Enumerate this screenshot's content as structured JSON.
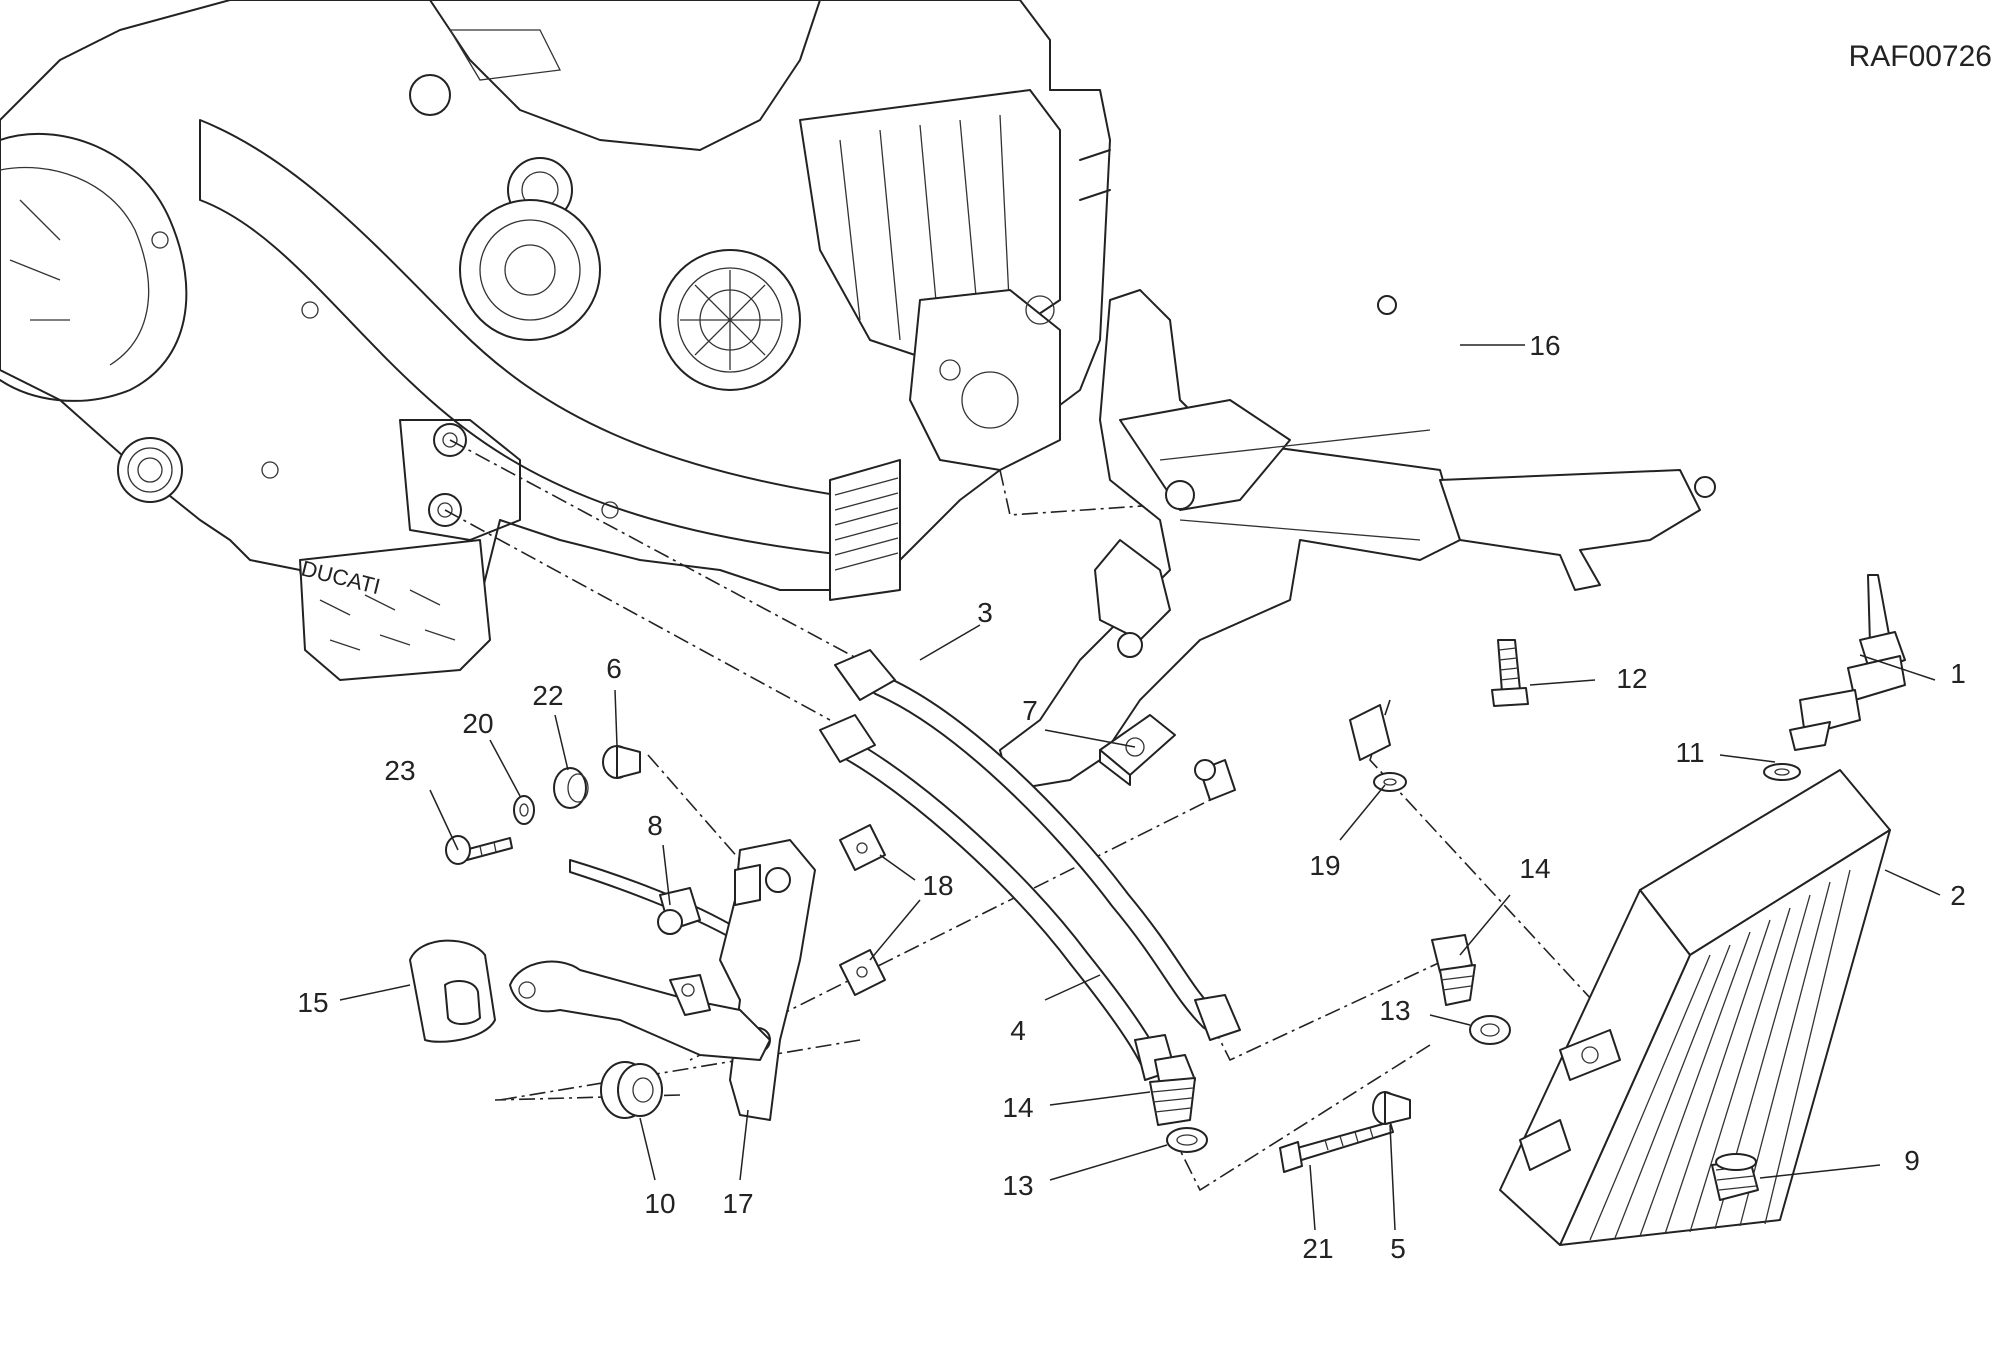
{
  "reference_code": "RAF00726",
  "colors": {
    "line": "#222222",
    "background": "#ffffff"
  },
  "engine_brand_text": "DUCATI",
  "callouts": [
    {
      "id": "c1",
      "label": "1"
    },
    {
      "id": "c2",
      "label": "2"
    },
    {
      "id": "c3",
      "label": "3"
    },
    {
      "id": "c4",
      "label": "4"
    },
    {
      "id": "c5",
      "label": "5"
    },
    {
      "id": "c6",
      "label": "6"
    },
    {
      "id": "c7",
      "label": "7"
    },
    {
      "id": "c8",
      "label": "8"
    },
    {
      "id": "c9",
      "label": "9"
    },
    {
      "id": "c10",
      "label": "10"
    },
    {
      "id": "c11",
      "label": "11"
    },
    {
      "id": "c12",
      "label": "12"
    },
    {
      "id": "c13a",
      "label": "13"
    },
    {
      "id": "c13b",
      "label": "13"
    },
    {
      "id": "c14a",
      "label": "14"
    },
    {
      "id": "c14b",
      "label": "14"
    },
    {
      "id": "c15",
      "label": "15"
    },
    {
      "id": "c16",
      "label": "16"
    },
    {
      "id": "c17",
      "label": "17"
    },
    {
      "id": "c18",
      "label": "18"
    },
    {
      "id": "c19",
      "label": "19"
    },
    {
      "id": "c20",
      "label": "20"
    },
    {
      "id": "c21",
      "label": "21"
    },
    {
      "id": "c22",
      "label": "22"
    },
    {
      "id": "c23",
      "label": "23"
    }
  ]
}
